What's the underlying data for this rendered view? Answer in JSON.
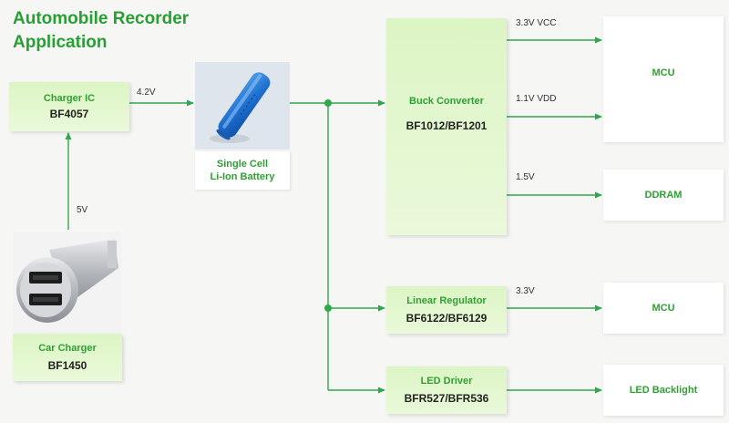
{
  "title": {
    "line1": "Automobile Recorder",
    "line2": "Application"
  },
  "blocks": {
    "charger_ic": {
      "name": "Charger IC",
      "part": "BF4057"
    },
    "battery": {
      "line1": "Single Cell",
      "line2": "Li-Ion Battery"
    },
    "car_charger": {
      "name": "Car Charger",
      "part": "BF1450"
    },
    "buck": {
      "name": "Buck Converter",
      "part": "BF1012/BF1201"
    },
    "linear": {
      "name": "Linear Regulator",
      "part": "BF6122/BF6129"
    },
    "led_driver": {
      "name": "LED Driver",
      "part": "BFR527/BFR536"
    },
    "mcu1": {
      "name": "MCU"
    },
    "ddram": {
      "name": "DDRAM"
    },
    "mcu2": {
      "name": "MCU"
    },
    "led_backlight": {
      "name": "LED Backlight"
    }
  },
  "labels": {
    "v42": "4.2V",
    "v5": "5V",
    "vcc33": "3.3V VCC",
    "vdd11": "1.1V VDD",
    "v15": "1.5V",
    "v33": "3.3V"
  },
  "colors": {
    "accent": "#27a033",
    "wire": "#2ea84a",
    "box_fill": "#e2f7cd"
  }
}
